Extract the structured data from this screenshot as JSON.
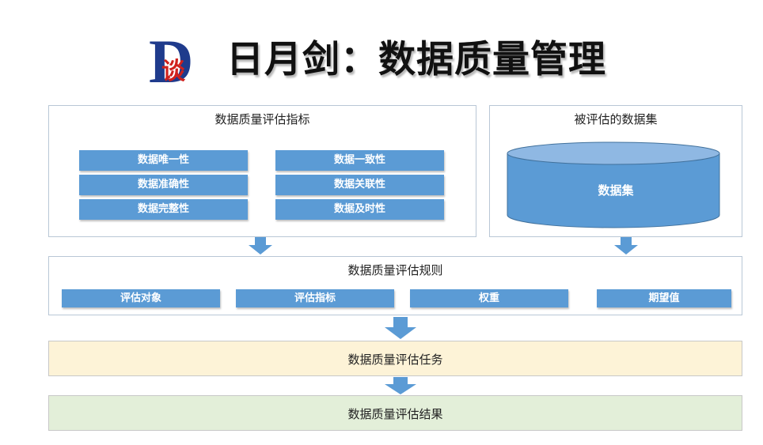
{
  "header": {
    "logo_text": "D谈",
    "title": "日月剑：数据质量管理"
  },
  "indicators": {
    "title": "数据质量评估指标",
    "items": [
      "数据唯一性",
      "数据一致性",
      "数据准确性",
      "数据关联性",
      "数据完整性",
      "数据及时性"
    ]
  },
  "dataset_panel": {
    "title": "被评估的数据集",
    "cylinder_label": "数据集"
  },
  "rules": {
    "title": "数据质量评估规则",
    "items": [
      "评估对象",
      "评估指标",
      "权重",
      "期望值"
    ]
  },
  "task": {
    "label": "数据质量评估任务"
  },
  "result": {
    "label": "数据质量评估结果"
  },
  "colors": {
    "button": "#5b9bd5",
    "task_fill": "#fdf3d7",
    "result_fill": "#e3efd9",
    "arrow": "#5b9bd5",
    "logo_blue": "#1f3b8c",
    "logo_red": "#d0211c"
  }
}
